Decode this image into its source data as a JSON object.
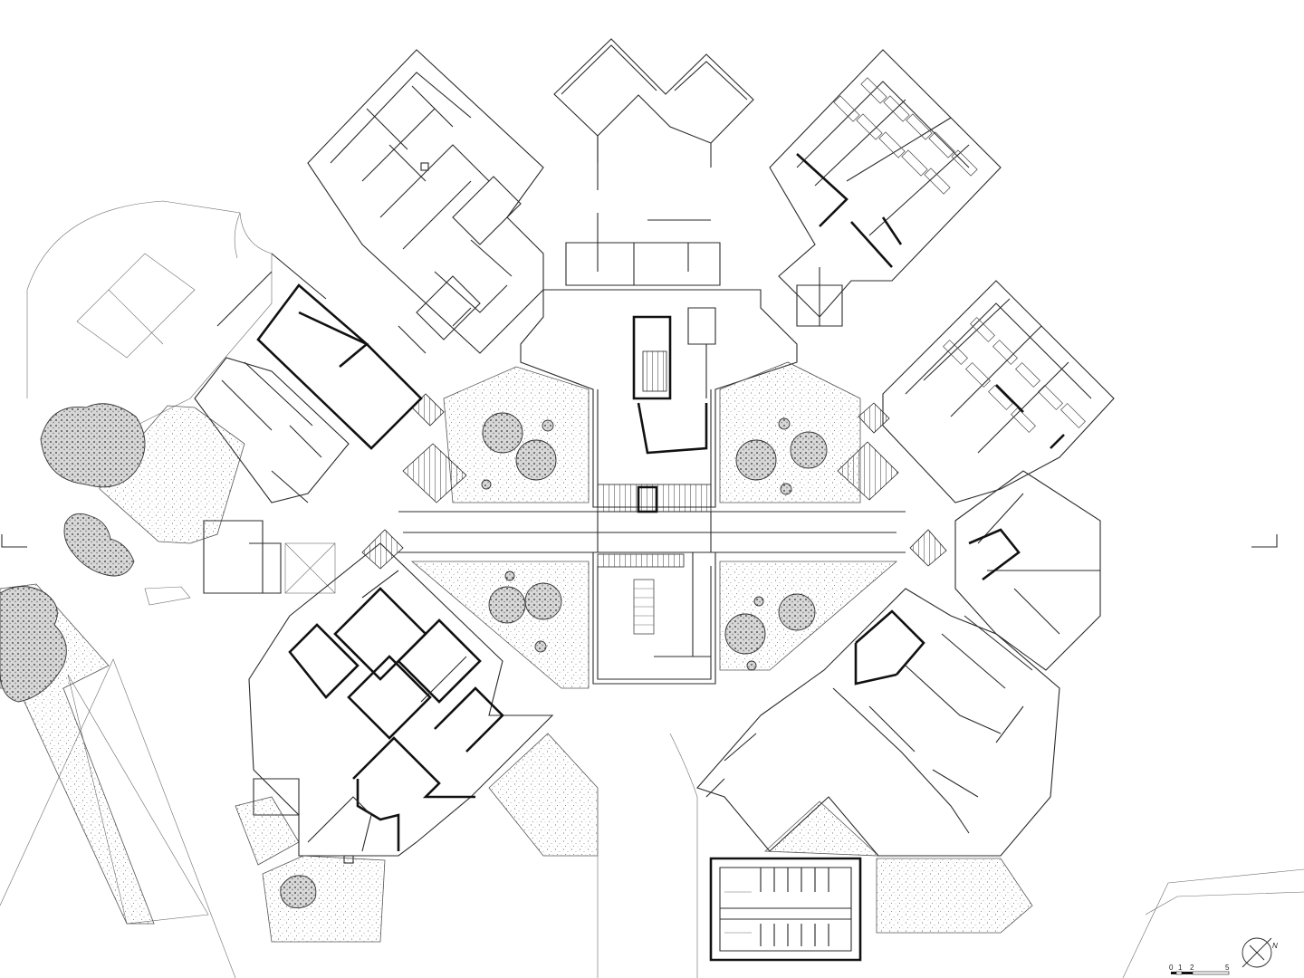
{
  "scale_bar": {
    "labels": [
      "0",
      "1",
      "2",
      "5"
    ]
  },
  "north_arrow": {
    "label": "N"
  },
  "colors": {
    "line": "#2b2b2b",
    "heavy_line": "#111111",
    "background": "#ffffff"
  }
}
